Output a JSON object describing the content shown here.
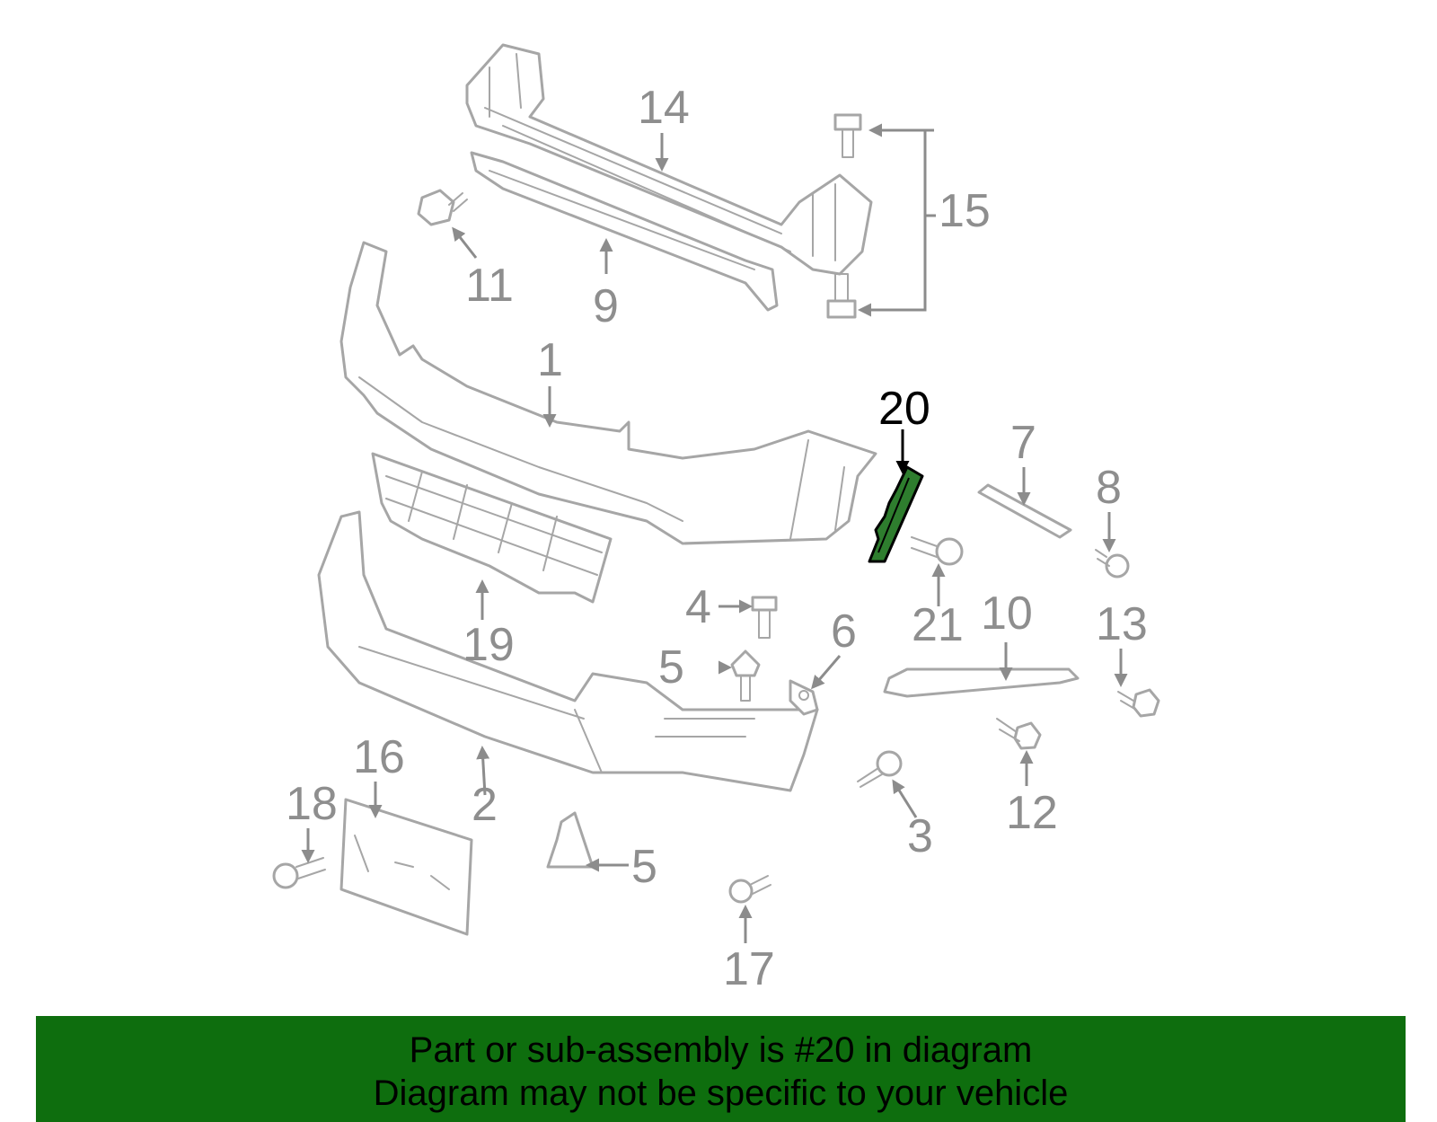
{
  "callouts": {
    "c1": "1",
    "c2": "2",
    "c3": "3",
    "c4": "4",
    "c5a": "5",
    "c5b": "5",
    "c6": "6",
    "c7": "7",
    "c8": "8",
    "c9": "9",
    "c10": "10",
    "c11": "11",
    "c12": "12",
    "c13": "13",
    "c14": "14",
    "c15": "15",
    "c16": "16",
    "c17": "17",
    "c18": "18",
    "c19": "19",
    "c20": "20",
    "c21": "21"
  },
  "highlight_color": "#2e7d2e",
  "banner": {
    "line1": "Part or sub-assembly is #20 in diagram",
    "line2": "Diagram may not be specific to your vehicle",
    "background": "#0e6e0e"
  }
}
